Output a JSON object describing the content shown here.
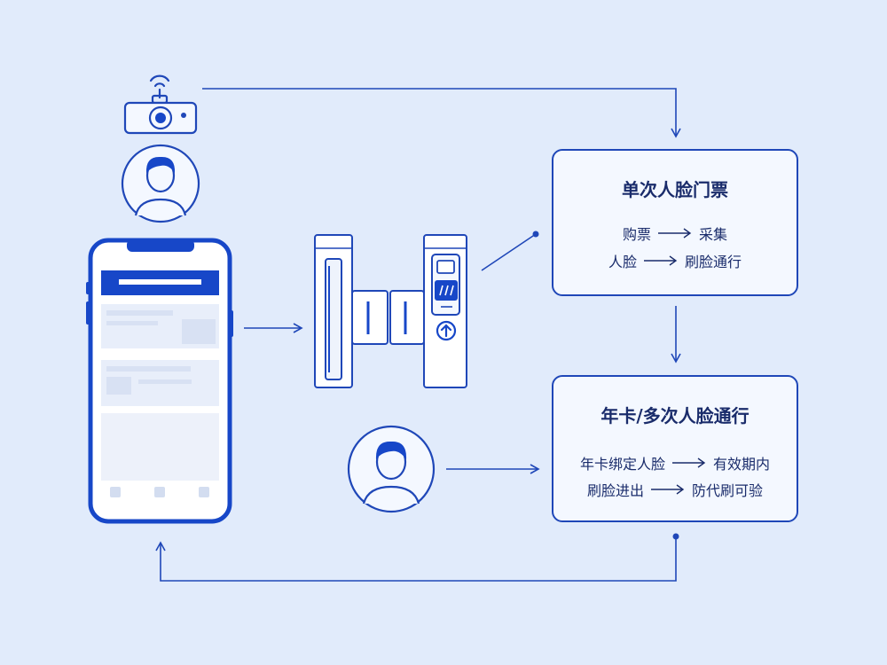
{
  "colors": {
    "background": "#e1ebfb",
    "stroke": "#1f47b8",
    "accent": "#1747c8",
    "card_fill": "#f4f8ff",
    "text": "#1a2c6b"
  },
  "icons": [
    "camera-icon",
    "person-icon",
    "smartphone-icon",
    "turnstile-icon",
    "up-arrow-icon"
  ],
  "single_ticket": {
    "title": "单次人脸门票",
    "rows": [
      {
        "from": "购票",
        "to": "采集"
      },
      {
        "from": "人脸",
        "to": "刷脸通行"
      }
    ]
  },
  "annual_pass": {
    "title": "年卡/多次人脸通行",
    "rows": [
      {
        "from": "年卡绑定人脸",
        "to": "有效期内"
      },
      {
        "from": "刷脸进出",
        "to": "防代刷可验"
      }
    ]
  }
}
